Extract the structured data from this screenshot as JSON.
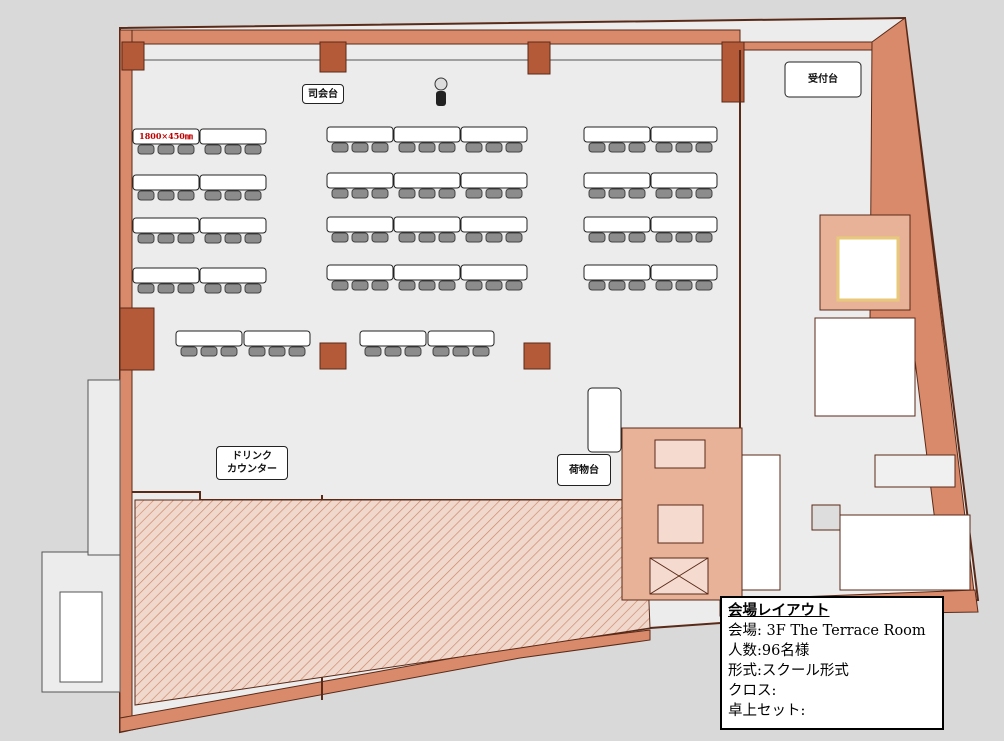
{
  "labels": {
    "mc_stand": "司会台",
    "reception": "受付台",
    "drink_counter": "ドリンク\nカウンター",
    "luggage": "荷物台",
    "table_size": "1800×450㎜"
  },
  "legend": {
    "title": "会場レイアウト",
    "venue": "会場: 3F The Terrace Room",
    "capacity": "人数:96名様",
    "format": "形式:スクール形式",
    "cloth": "クロス:",
    "tabletop": "卓上セット:"
  },
  "colors": {
    "background": "#d9d9d9",
    "floor": "#ececec",
    "wall": "#d98a6a",
    "wall_dark": "#5a2a18",
    "column": "#b55a38",
    "service_area": "#e8b299",
    "hatch": "#c98468",
    "table": "#ffffff",
    "chair": "#8c8c8c"
  }
}
